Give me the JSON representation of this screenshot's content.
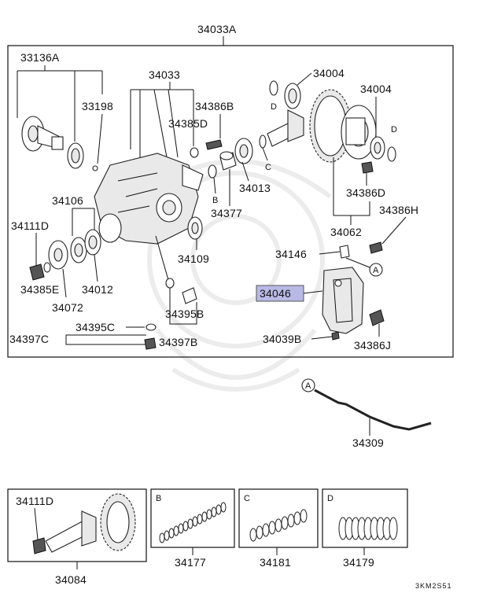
{
  "title": "34033A",
  "footer_code": "3KM2S51",
  "highlight_color": "#b9b9e6",
  "watermark": "logo-watermark",
  "main_labels": {
    "l33136A": "33136A",
    "l34033": "34033",
    "l33198": "33198",
    "l34386B": "34386B",
    "l34385D": "34385D",
    "l34004a": "34004",
    "l34004b": "34004",
    "l34106": "34106",
    "l34111D": "34111D",
    "l34385E": "34385E",
    "l34072": "34072",
    "l34012": "34012",
    "l34013": "34013",
    "l34377": "34377",
    "l34109": "34109",
    "l34386D": "34386D",
    "l34062": "34062",
    "l34386H": "34386H",
    "l34146": "34146",
    "l34046": "34046",
    "l34395B": "34395B",
    "l34395C": "34395C",
    "l34397C": "34397C",
    "l34397B": "34397B",
    "l34039B": "34039B",
    "l34386J": "34386J",
    "l34309": "34309"
  },
  "ref_letters": {
    "D1": "D",
    "D2": "D",
    "B": "B",
    "C": "C",
    "A1": "A",
    "A2": "A"
  },
  "sub_panels": {
    "p1": {
      "label": "34111D",
      "part": "34084"
    },
    "p2": {
      "letter": "B",
      "part": "34177"
    },
    "p3": {
      "letter": "C",
      "part": "34181"
    },
    "p4": {
      "letter": "D",
      "part": "34179"
    }
  }
}
